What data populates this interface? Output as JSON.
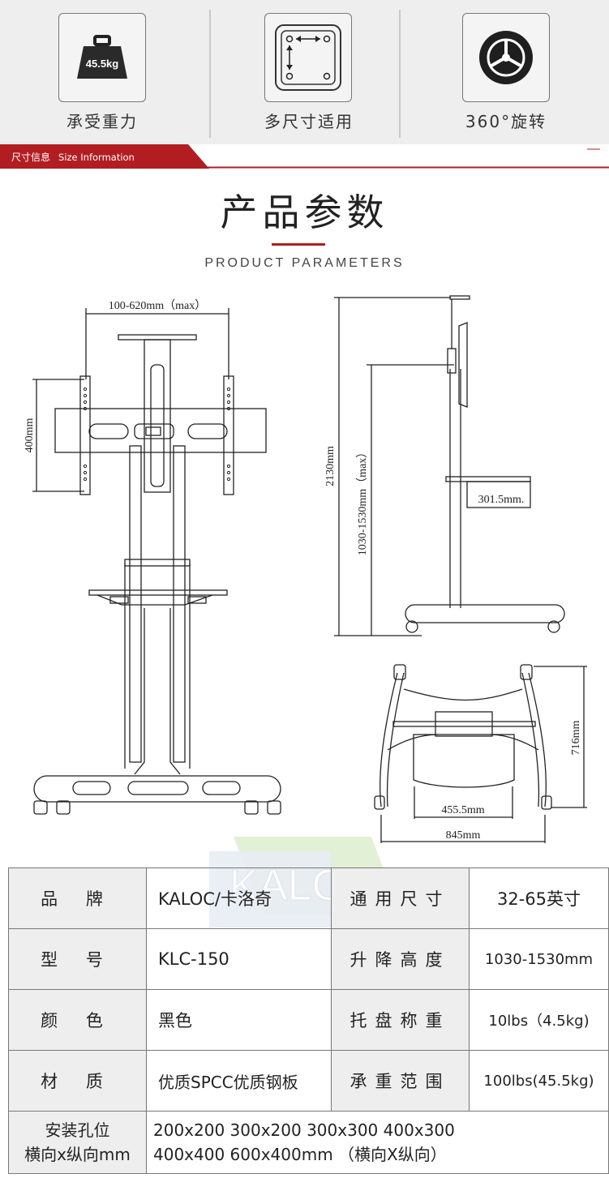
{
  "features": [
    {
      "label": "承受重力",
      "icon": "weight-icon",
      "badge": "45.5kg"
    },
    {
      "label": "多尺寸适用",
      "icon": "mount-size-icon"
    },
    {
      "label": "360°旋转",
      "icon": "wheel-icon"
    }
  ],
  "banner": {
    "cn": "尺寸信息",
    "en": "Size Information",
    "color": "#b21d22"
  },
  "title": "产品参数",
  "subtitle": "PRODUCT PARAMETERS",
  "dimensions": {
    "width_range": "100-620mm（max）",
    "height_400": "400mm",
    "total_height": "2130mm",
    "adjust_range": "1030-1530mm（max）",
    "tray_depth": "301.5mm.",
    "base_inner": "455.5mm",
    "base_width": "845mm",
    "base_depth": "716mm"
  },
  "watermark": "KALOC",
  "table": {
    "brand_label": "品 牌",
    "brand_value": "KALOC/卡洛奇",
    "size_label": "通用尺寸",
    "size_value": "32-65英寸",
    "model_label": "型 号",
    "model_value": "KLC-150",
    "lift_label": "升降高度",
    "lift_value": "1030-1530mm",
    "color_label": "颜 色",
    "color_value": "黑色",
    "tray_label": "托盘称重",
    "tray_value": "10lbs（4.5kg)",
    "material_label": "材 质",
    "material_value": "优质SPCC优质钢板",
    "load_label": "承重范围",
    "load_value": "100lbs(45.5kg)",
    "mount_label_1": "安装孔位",
    "mount_label_2": "横向x纵向mm",
    "mount_value_1": "200x200 300x200 300x300 400x300",
    "mount_value_2": "400x400 600x400mm （横向X纵向）"
  }
}
